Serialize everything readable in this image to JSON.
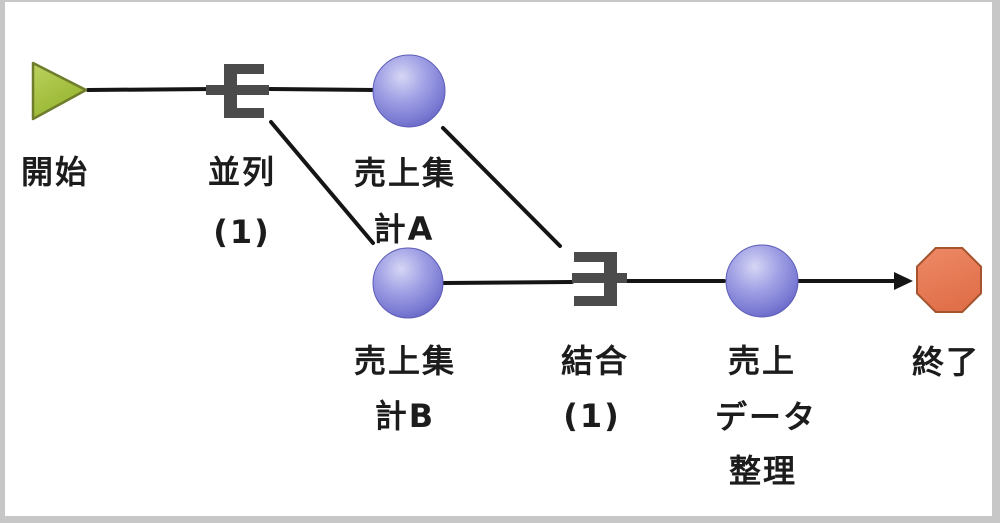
{
  "diagram": {
    "kind": "workflow-flowchart",
    "language": "ja",
    "colors": {
      "start_node": "#9cba34",
      "task_node": "#8585dd",
      "end_node": "#e87c59",
      "gateway_symbol": "#4b4b4b",
      "connector_line": "#151515",
      "label_text": "#1c1c1c",
      "background": "#ffffff",
      "frame_border": "#c7c7c7"
    },
    "nodes": [
      {
        "id": "start",
        "type": "start",
        "shape": "triangle",
        "color": "#9cba34",
        "label_lines": [
          "開始"
        ]
      },
      {
        "id": "parallel-split",
        "type": "fork",
        "shape": "parallel-split-symbol",
        "color": "#4b4b4b",
        "label_lines": [
          "並列",
          "(1)"
        ]
      },
      {
        "id": "sales-summary-a",
        "type": "task",
        "shape": "sphere",
        "color": "#8585dd",
        "label_lines": [
          "売上集",
          "計A"
        ]
      },
      {
        "id": "sales-summary-b",
        "type": "task",
        "shape": "sphere",
        "color": "#8585dd",
        "label_lines": [
          "売上集",
          "計B"
        ]
      },
      {
        "id": "join",
        "type": "join",
        "shape": "join-symbol",
        "color": "#4b4b4b",
        "label_lines": [
          "結合",
          "(1)"
        ]
      },
      {
        "id": "sales-data-cleanup",
        "type": "task",
        "shape": "sphere",
        "color": "#8585dd",
        "label_lines": [
          "売上",
          "データ",
          "整理"
        ]
      },
      {
        "id": "end",
        "type": "end",
        "shape": "octagon",
        "color": "#e87c59",
        "label_lines": [
          "終了"
        ]
      }
    ],
    "edges": [
      {
        "from": "start",
        "to": "parallel-split",
        "arrow": false
      },
      {
        "from": "parallel-split",
        "to": "sales-summary-a",
        "arrow": false
      },
      {
        "from": "parallel-split",
        "to": "sales-summary-b",
        "arrow": false
      },
      {
        "from": "sales-summary-a",
        "to": "join",
        "arrow": false
      },
      {
        "from": "sales-summary-b",
        "to": "join",
        "arrow": false
      },
      {
        "from": "join",
        "to": "sales-data-cleanup",
        "arrow": false
      },
      {
        "from": "sales-data-cleanup",
        "to": "end",
        "arrow": true
      }
    ]
  }
}
